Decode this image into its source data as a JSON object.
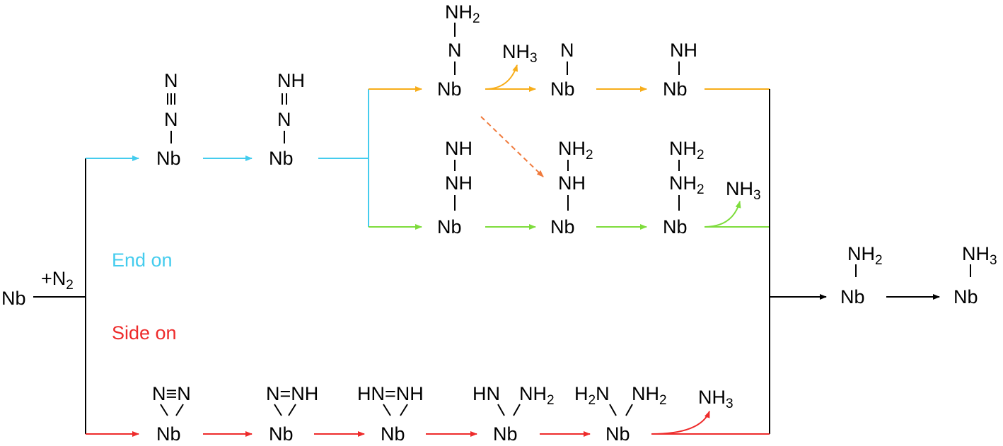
{
  "colors": {
    "black": "#000000",
    "end_on": "#44ccee",
    "orange": "#f7ad1a",
    "green": "#7edc3c",
    "side_on": "#ee2b2b",
    "dashed": "#f07a3c"
  },
  "start": {
    "metal": "Nb",
    "reagent": "+N",
    "reagent_sub": "2"
  },
  "labels": {
    "end_on": "End on",
    "side_on": "Side on"
  },
  "end_on_path": {
    "step1": {
      "ligand": "N",
      "ligand2": "N",
      "metal": "Nb"
    },
    "step2": {
      "ligand": "NH",
      "ligand2": "N",
      "metal": "Nb"
    }
  },
  "distal_path": {
    "step1": {
      "top": "NH",
      "top_sub": "2",
      "mid": "N",
      "metal": "Nb"
    },
    "byproduct": {
      "text": "NH",
      "sub": "3"
    },
    "step2": {
      "top": "N",
      "metal": "Nb"
    },
    "step3": {
      "top": "NH",
      "metal": "Nb"
    }
  },
  "alternating_path": {
    "step1": {
      "top": "NH",
      "mid": "NH",
      "metal": "Nb"
    },
    "step2": {
      "top": "NH",
      "top_sub": "2",
      "mid": "NH",
      "metal": "Nb"
    },
    "step3": {
      "top": "NH",
      "top_sub": "2",
      "mid": "NH",
      "mid_sub": "2",
      "metal": "Nb"
    },
    "byproduct": {
      "text": "NH",
      "sub": "3"
    }
  },
  "final": {
    "step1": {
      "top": "NH",
      "top_sub": "2",
      "metal": "Nb"
    },
    "step2": {
      "top": "NH",
      "top_sub": "3",
      "metal": "Nb"
    }
  },
  "side_on_path": {
    "step1": {
      "ligand": "N≡N",
      "metal": "Nb"
    },
    "step2": {
      "ligand": "N=NH",
      "metal": "Nb"
    },
    "step3": {
      "ligand": "HN=NH",
      "metal": "Nb"
    },
    "step4": {
      "ligand_left": "HN",
      "ligand_right": "NH",
      "ligand_right_sub": "2",
      "metal": "Nb"
    },
    "step5": {
      "ligand_left": "H",
      "ligand_left_sub": "2",
      "ligand_left_rest": "N",
      "ligand_right": "NH",
      "ligand_right_sub": "2",
      "metal": "Nb"
    },
    "byproduct": {
      "text": "NH",
      "sub": "3"
    }
  }
}
